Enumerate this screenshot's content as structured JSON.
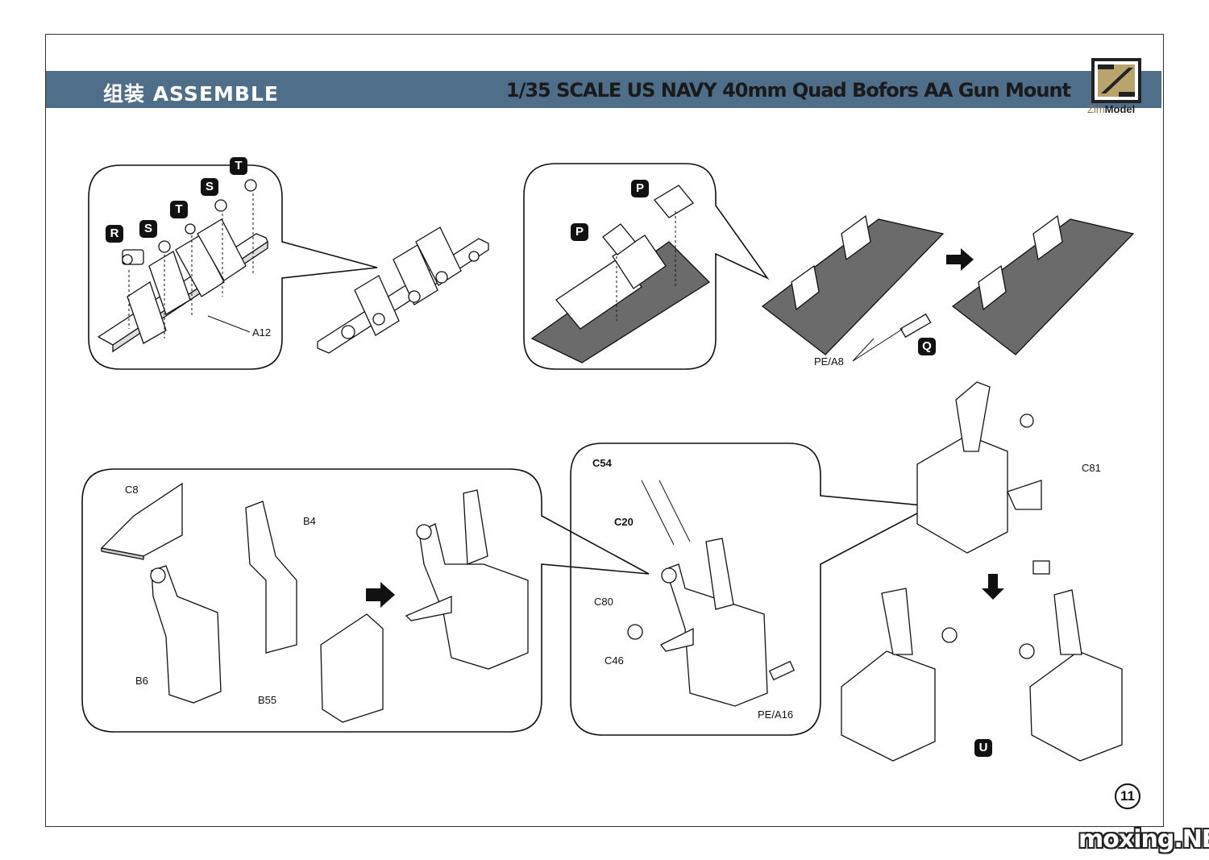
{
  "header": {
    "left_title": "组装  ASSEMBLE",
    "right_title": "1/35 SCALE US NAVY 40mm Quad Bofors AA Gun Mount",
    "brand_zim": "Zim",
    "brand_model": "Model"
  },
  "badges": {
    "r": "R",
    "s1": "S",
    "t1": "T",
    "s2": "S",
    "t2": "T",
    "p1": "P",
    "p2": "P",
    "q": "Q",
    "u": "U"
  },
  "labels": {
    "a12": "A12",
    "pe_a8": "PE/A8",
    "c8": "C8",
    "b4": "B4",
    "b6": "B6",
    "b55": "B55",
    "c54": "C54",
    "c20": "C20",
    "c80": "C80",
    "c46": "C46",
    "pe_a16": "PE/A16",
    "c81": "C81"
  },
  "page_number": "11",
  "watermark": "moxing.NET"
}
